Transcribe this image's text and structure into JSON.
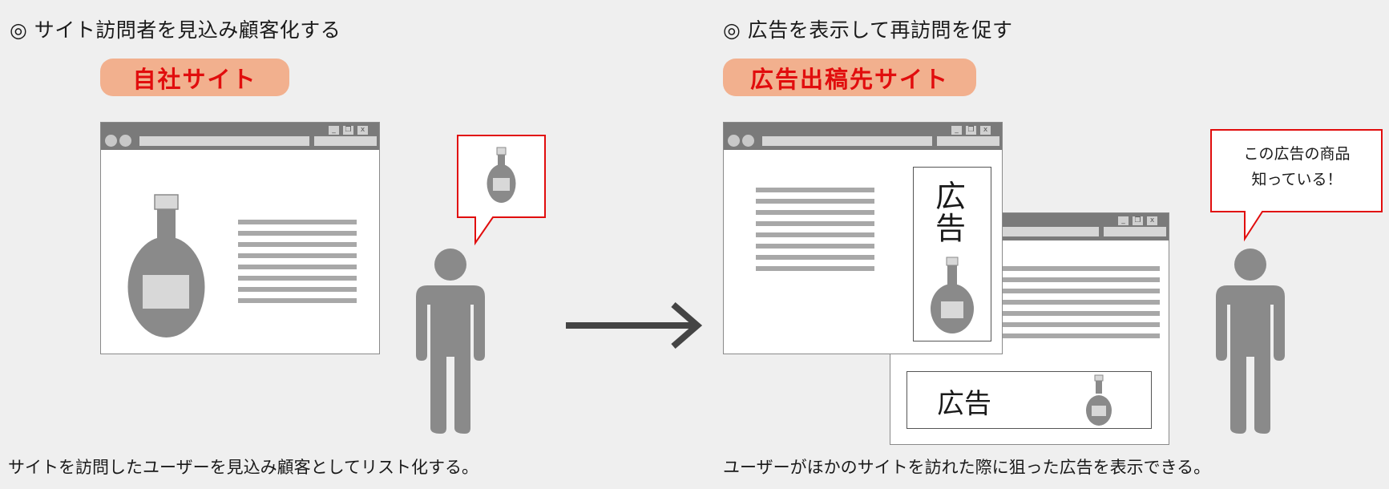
{
  "left": {
    "heading": "◎ サイト訪問者を見込み顧客化する",
    "site_label": "自社サイト",
    "caption": "サイトを訪問したユーザーを見込み顧客としてリスト化する。"
  },
  "right": {
    "heading": "◎ 広告を表示して再訪問を促す",
    "site_label": "広告出稿先サイト",
    "caption": "ユーザーがほかのサイトを訪れた際に狙った広告を表示できる。",
    "ad_label_vertical_1": "広",
    "ad_label_vertical_2": "告",
    "ad_label_banner": "広告",
    "bubble_line1": "この広告の商品",
    "bubble_line2": "知っている！"
  },
  "window_buttons": [
    "_",
    "❐",
    "x"
  ],
  "colors": {
    "accent_red": "#e10d0d",
    "pill_bg": "#f2b08e",
    "figure_gray": "#8a8a8a"
  }
}
